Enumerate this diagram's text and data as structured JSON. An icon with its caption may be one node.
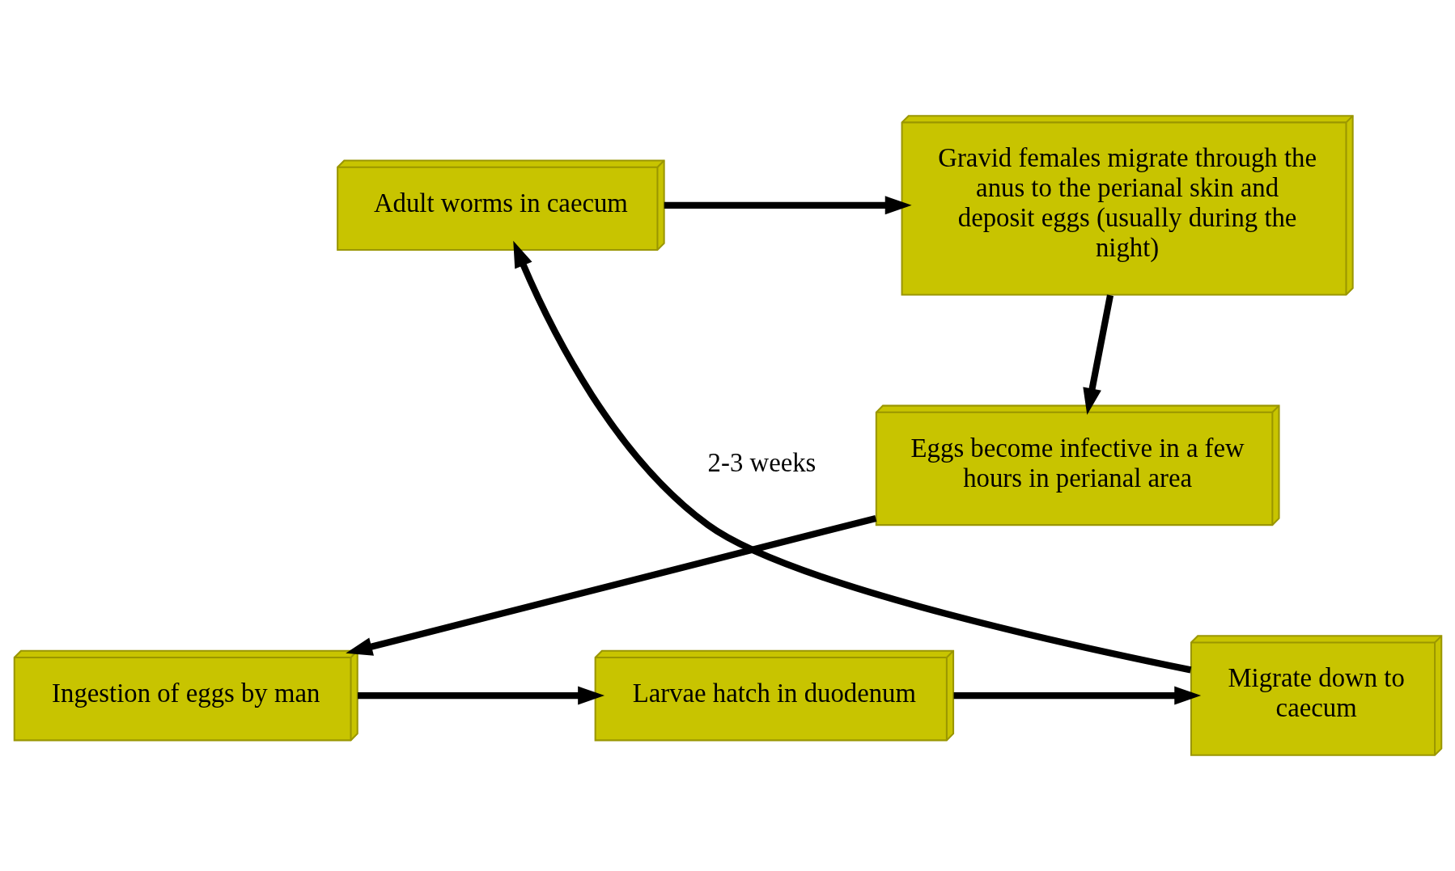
{
  "diagram": {
    "nodes": [
      {
        "text": [
          "Adult worms in caecum"
        ]
      },
      {
        "text": [
          "Gravid females migrate through the anus to the perianal skin and deposit eggs (usually during the night)"
        ]
      },
      {
        "text": [
          "Eggs become infective in a few hours in perianal area"
        ]
      },
      {
        "text": [
          "Ingestion of eggs by man"
        ]
      },
      {
        "text": [
          "Larvae hatch in duodenum"
        ]
      },
      {
        "text": [
          "Migrate down to caecum"
        ]
      }
    ],
    "edges": [
      {
        "from": 0,
        "to": 1,
        "arrow": "to"
      },
      {
        "from": 1,
        "to": 2,
        "arrow": "to"
      },
      {
        "from": 2,
        "to": 3,
        "arrow": "to"
      },
      {
        "from": 3,
        "to": 4,
        "arrow": "to"
      },
      {
        "from": 4,
        "to": 5,
        "arrow": "to"
      },
      {
        "from": 5,
        "to": 0,
        "arrow": "to",
        "label": "2-3 weeks"
      }
    ]
  }
}
